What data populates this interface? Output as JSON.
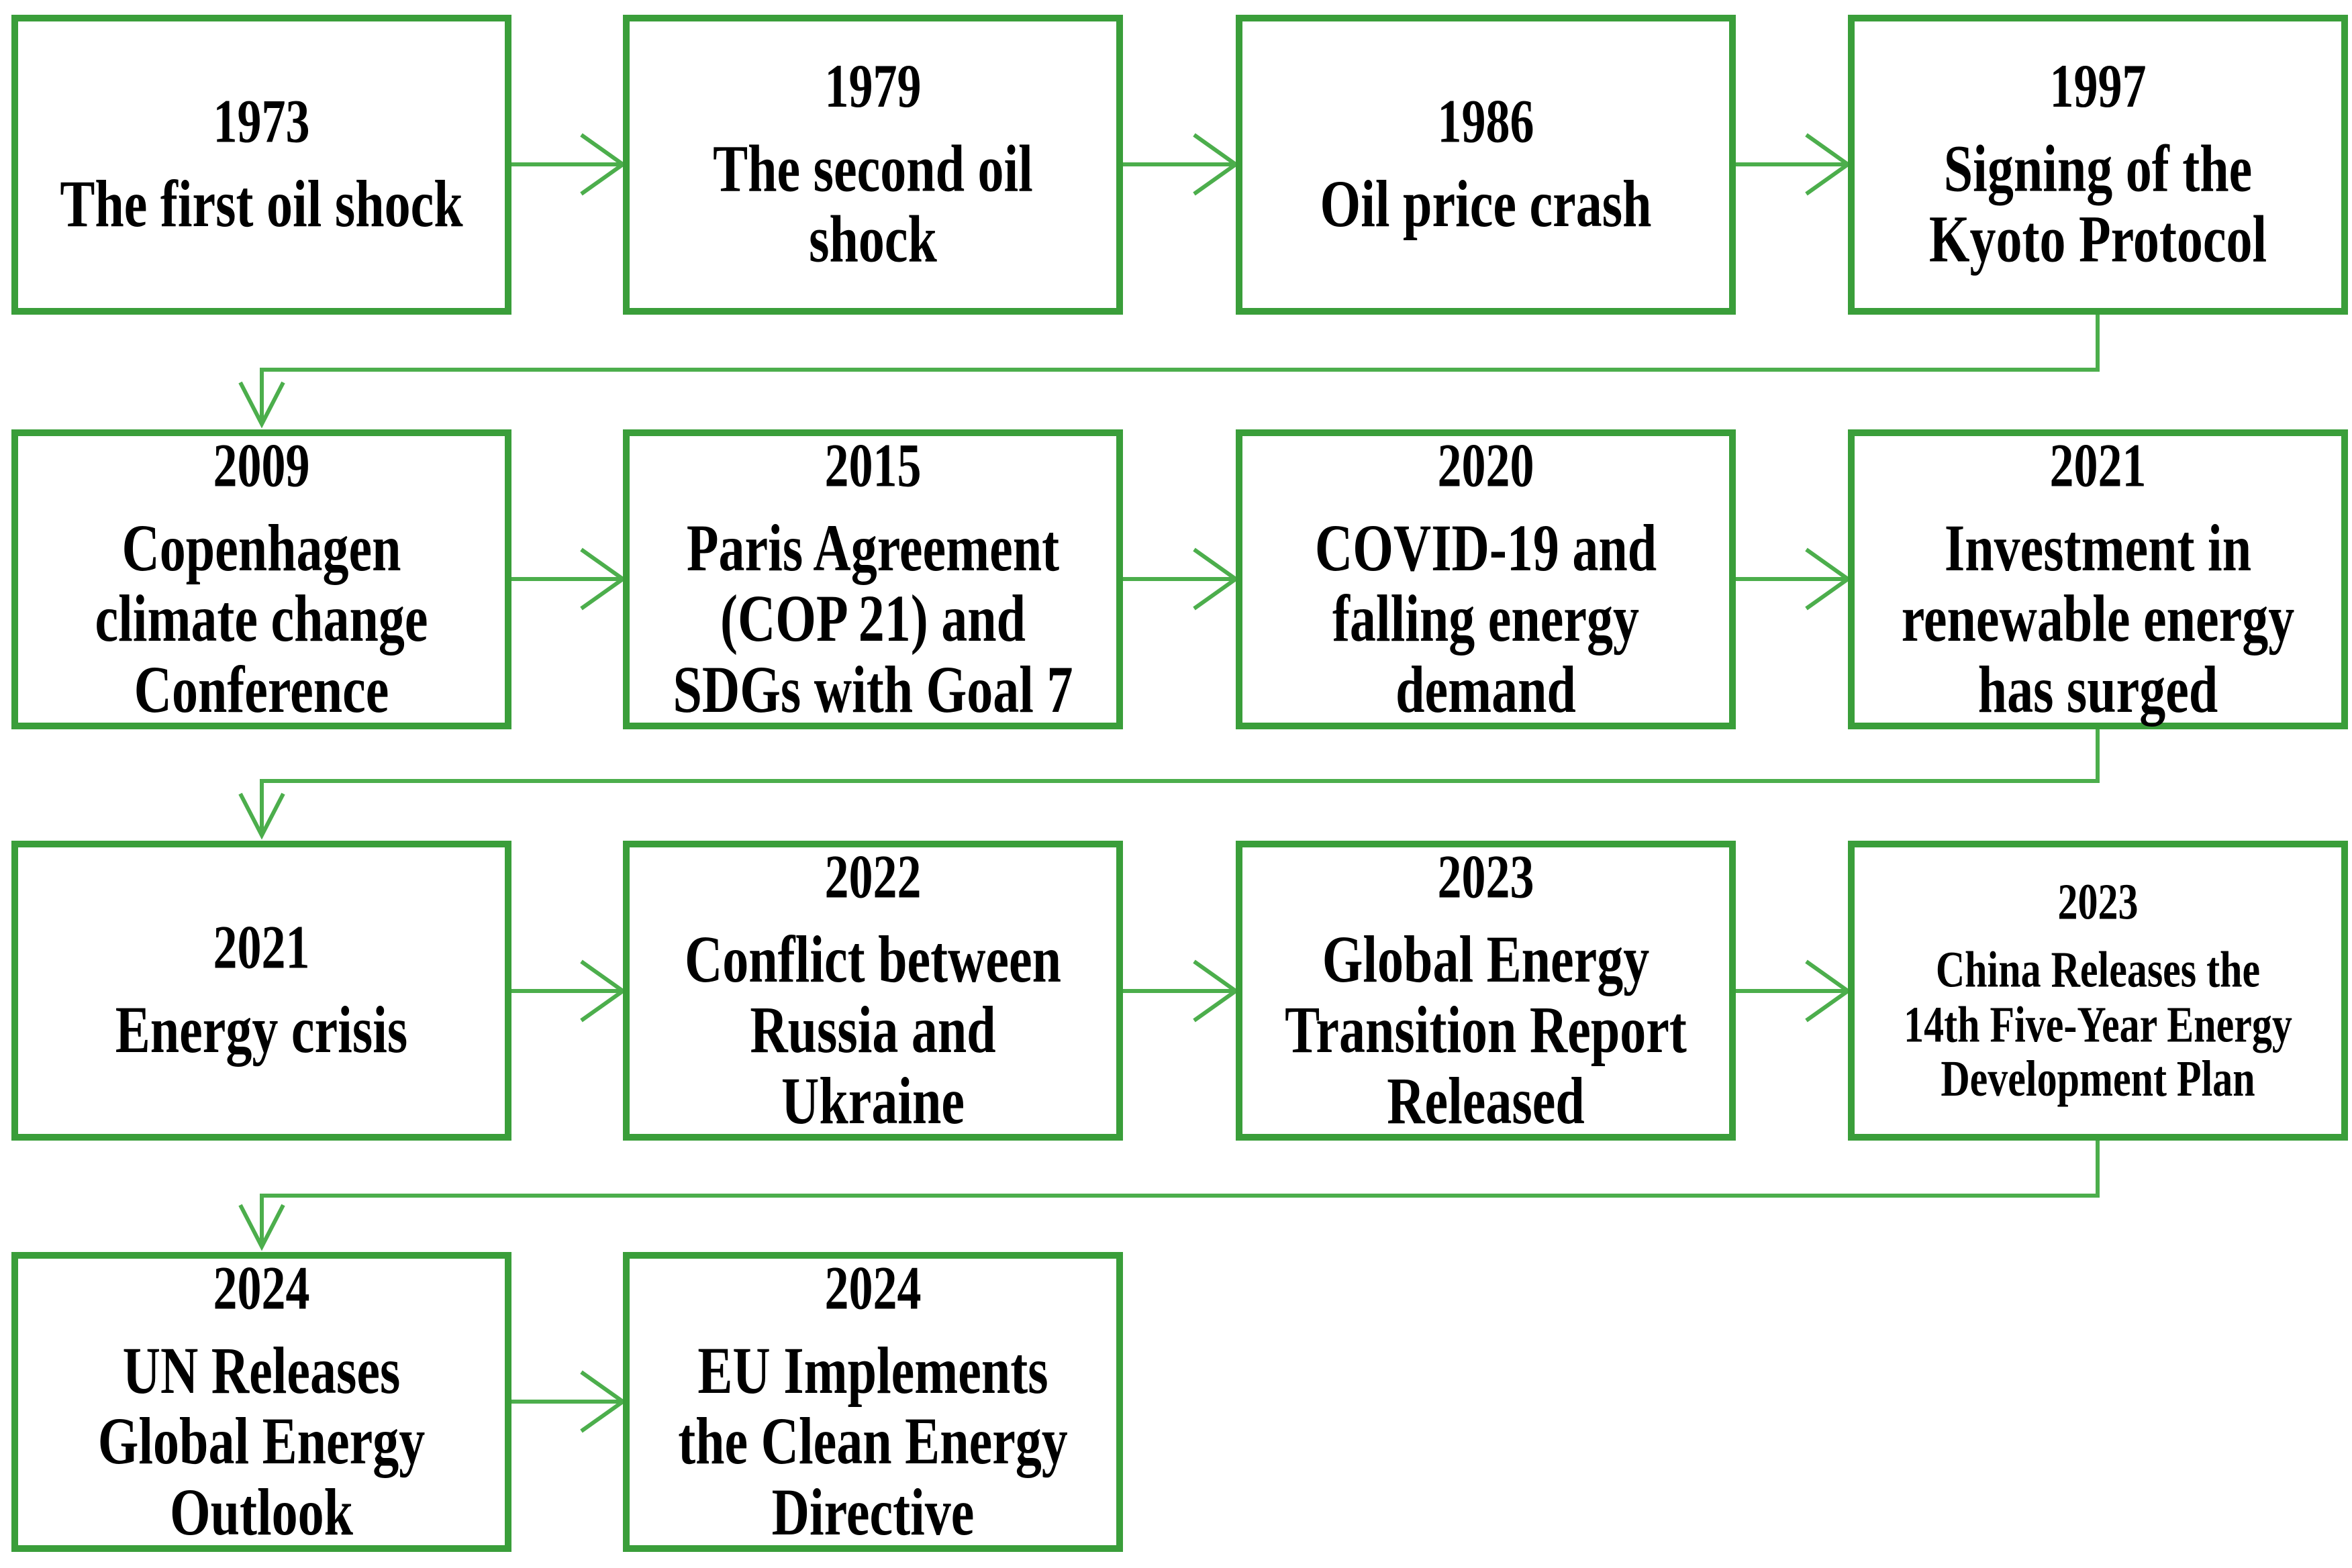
{
  "colors": {
    "border": "#3a9e3a",
    "connector": "#4cae4c",
    "text": "#000000",
    "background": "#ffffff"
  },
  "boxes": [
    {
      "year": "1973",
      "event": "The first oil shock"
    },
    {
      "year": "1979",
      "event": "The second oil\nshock"
    },
    {
      "year": "1986",
      "event": "Oil price crash"
    },
    {
      "year": "1997",
      "event": "Signing of the\nKyoto Protocol"
    },
    {
      "year": "2009",
      "event": "Copenhagen\nclimate change\nConference"
    },
    {
      "year": "2015",
      "event": "Paris Agreement\n(COP 21) and\nSDGs with Goal 7"
    },
    {
      "year": "2020",
      "event": "COVID-19 and\nfalling energy\ndemand"
    },
    {
      "year": "2021",
      "event": "Investment in\nrenewable energy\nhas surged"
    },
    {
      "year": "2021",
      "event": "Energy crisis"
    },
    {
      "year": "2022",
      "event": "Conflict between\nRussia and\nUkraine"
    },
    {
      "year": "2023",
      "event": "Global Energy\nTransition Report\nReleased"
    },
    {
      "year": "2023",
      "event": "China Releases the\n14th Five-Year Energy\nDevelopment Plan"
    },
    {
      "year": "2024",
      "event": "UN Releases\nGlobal Energy\nOutlook"
    },
    {
      "year": "2024",
      "event": "EU Implements\nthe Clean Energy\nDirective"
    }
  ]
}
